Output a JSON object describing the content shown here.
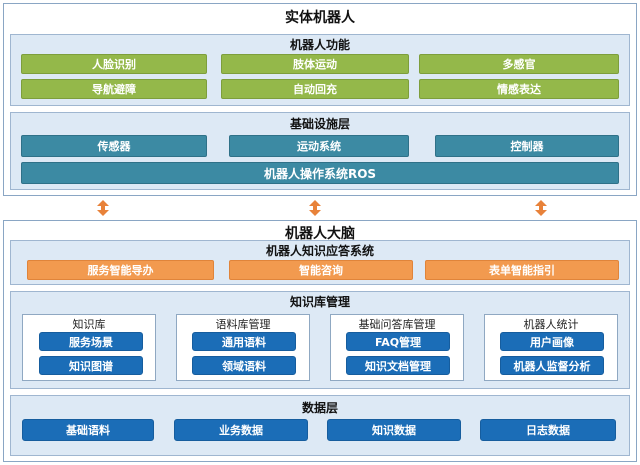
{
  "top": {
    "title": "实体机器人",
    "functions": {
      "title": "机器人功能",
      "items": [
        "人脸识别",
        "肢体运动",
        "多感官",
        "导航避障",
        "自动回充",
        "情感表达"
      ]
    },
    "infra": {
      "title": "基础设施层",
      "items": [
        "传感器",
        "运动系统",
        "控制器"
      ],
      "os": "机器人操作系统ROS"
    }
  },
  "bottom": {
    "title": "机器人大脑",
    "qa": {
      "title": "机器人知识应答系统",
      "items": [
        "服务智能导办",
        "智能咨询",
        "表单智能指引"
      ]
    },
    "kb": {
      "title": "知识库管理",
      "groups": [
        {
          "title": "知识库",
          "items": [
            "服务场景",
            "知识图谱"
          ]
        },
        {
          "title": "语料库管理",
          "items": [
            "通用语料",
            "领域语料"
          ]
        },
        {
          "title": "基础问答库管理",
          "items": [
            "FAQ管理",
            "知识文档管理"
          ]
        },
        {
          "title": "机器人统计",
          "items": [
            "用户画像",
            "机器人监督分析"
          ]
        }
      ]
    },
    "data": {
      "title": "数据层",
      "items": [
        "基础语料",
        "业务数据",
        "知识数据",
        "日志数据"
      ]
    }
  },
  "colors": {
    "green": "#94b84a",
    "teal": "#3c8aa3",
    "orange": "#f29a4f",
    "blue": "#1b6db7",
    "panel": "#dde9f5"
  },
  "icons": [
    "double-arrow-icon"
  ]
}
